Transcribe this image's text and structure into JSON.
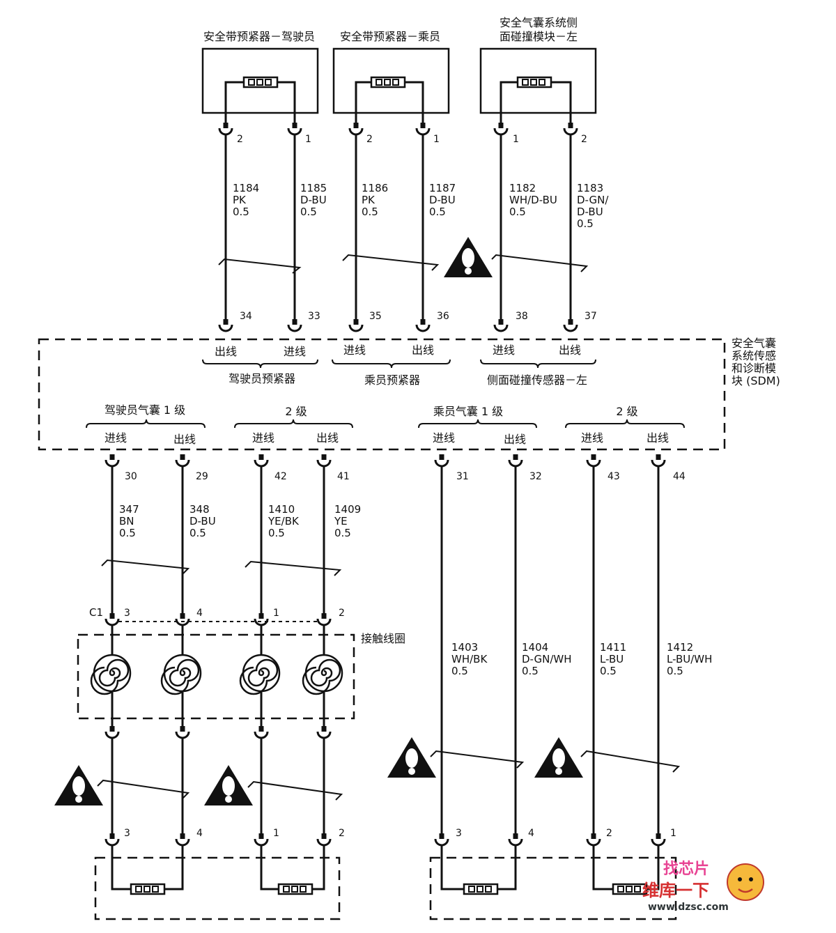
{
  "modules": {
    "driver_pretensioner": "安全带预紧器－驾驶员",
    "passenger_pretensioner": "安全带预紧器－乘员",
    "side_impact_l1": "安全气囊系统侧",
    "side_impact_l2": "面碰撞模块－左",
    "sdm_l1": "安全气囊",
    "sdm_l2": "系统传感",
    "sdm_l3": "和诊断模",
    "sdm_l4": "块 (SDM)",
    "clockspring": "接触线圈"
  },
  "groups": {
    "driver_pretensioner": "驾驶员预紧器",
    "passenger_pretensioner": "乘员预紧器",
    "side_impact_sensor": "侧面碰撞传感器－左",
    "driver_airbag_stage1": "驾驶员气囊 1 级",
    "driver_airbag_stage2": "2 级",
    "passenger_airbag_stage1": "乘员气囊 1 级",
    "passenger_airbag_stage2": "2 级"
  },
  "io": {
    "in": "进线",
    "out": "出线"
  },
  "connector": "C1",
  "top_pins": {
    "w1": "2",
    "w2": "1",
    "w3": "2",
    "w4": "1",
    "w5": "1",
    "w6": "2"
  },
  "top_sdm_pins": {
    "w1": "34",
    "w2": "33",
    "w3": "35",
    "w4": "36",
    "w5": "38",
    "w6": "37"
  },
  "top_wires": {
    "w1": [
      "1184",
      "PK",
      "0.5"
    ],
    "w2": [
      "1185",
      "D-BU",
      "0.5"
    ],
    "w3": [
      "1186",
      "PK",
      "0.5"
    ],
    "w4": [
      "1187",
      "D-BU",
      "0.5"
    ],
    "w5": [
      "1182",
      "WH/D-BU",
      "0.5"
    ],
    "w6": [
      "1183",
      "D-GN/",
      "D-BU",
      "0.5"
    ]
  },
  "bottom_sdm_pins": {
    "b1": "30",
    "b2": "29",
    "b3": "42",
    "b4": "41",
    "b5": "31",
    "b6": "32",
    "b7": "43",
    "b8": "44"
  },
  "bottom_wires": {
    "b1": [
      "347",
      "BN",
      "0.5"
    ],
    "b2": [
      "348",
      "D-BU",
      "0.5"
    ],
    "b3": [
      "1410",
      "YE/BK",
      "0.5"
    ],
    "b4": [
      "1409",
      "YE",
      "0.5"
    ],
    "b5": [
      "1403",
      "WH/BK",
      "0.5"
    ],
    "b6": [
      "1404",
      "D-GN/WH",
      "0.5"
    ],
    "b7": [
      "1411",
      "L-BU",
      "0.5"
    ],
    "b8": [
      "1412",
      "L-BU/WH",
      "0.5"
    ]
  },
  "clockspring_pins": {
    "p1": "3",
    "p2": "4",
    "p3": "1",
    "p4": "2"
  },
  "bottom_end_pins": {
    "b1": "3",
    "b2": "4",
    "b3": "1",
    "b4": "2",
    "b5": "3",
    "b6": "4",
    "b7": "2",
    "b8": "1"
  },
  "watermark": {
    "line1": "找芯片",
    "line2": "维库一下",
    "url": "www.dzsc.com"
  }
}
